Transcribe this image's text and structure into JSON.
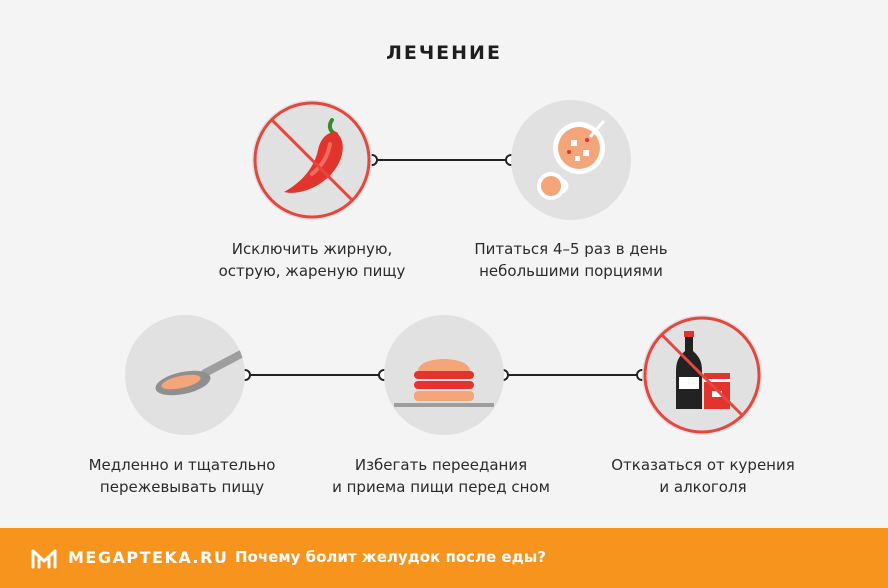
{
  "title": "ЛЕЧЕНИЕ",
  "steps": [
    {
      "icon": "no-chili-pepper-icon",
      "caption_line1": "Исключить жирную,",
      "caption_line2": "острую, жареную пищу"
    },
    {
      "icon": "soup-bowl-icon",
      "caption_line1": "Питаться 4–5 раз в день",
      "caption_line2": "небольшими порциями"
    },
    {
      "icon": "spoon-icon",
      "caption_line1": "Медленно и тщательно",
      "caption_line2": "пережевывать пищу"
    },
    {
      "icon": "burger-icon",
      "caption_line1": "Избегать переедания",
      "caption_line2": "и приема пищи перед сном"
    },
    {
      "icon": "no-alcohol-cigarettes-icon",
      "caption_line1": "Отказаться от курения",
      "caption_line2": "и алкоголя"
    }
  ],
  "footer": {
    "logo_text": "MEGAPTEKA.RU",
    "caption": "Почему болит желудок после еды?"
  },
  "colors": {
    "accent": "#f7941d",
    "prohibit": "#e5473f",
    "circle": "#e1e1e1"
  }
}
